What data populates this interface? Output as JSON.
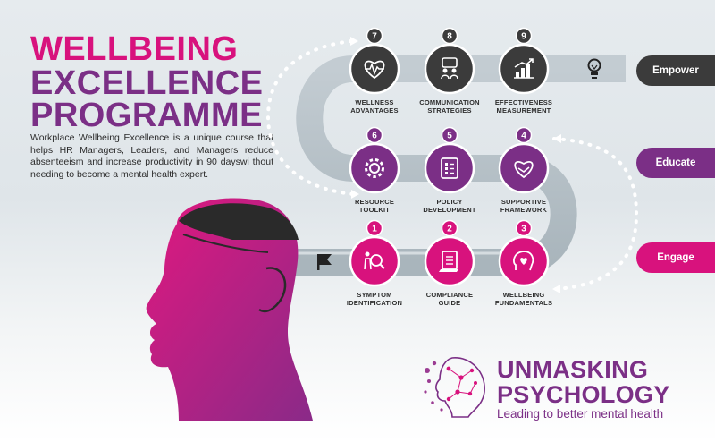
{
  "title": {
    "line1": "WELLBEING",
    "line2": "EXCELLENCE",
    "line3": "PROGRAMME"
  },
  "description": "Workplace Wellbeing Excellence is a unique course that helps HR Managers, Leaders, and Managers reduce absenteeism and increase productivity in 90 dayswi thout needing to become a mental health expert.",
  "steps": [
    {
      "number": "1",
      "label_line1": "SYMPTOM",
      "label_line2": "IDENTIFICATION",
      "icon": "magnifier-person-icon"
    },
    {
      "number": "2",
      "label_line1": "COMPLIANCE",
      "label_line2": "GUIDE",
      "icon": "document-icon"
    },
    {
      "number": "3",
      "label_line1": "WELLBEING",
      "label_line2": "FUNDAMENTALS",
      "icon": "head-heart-icon"
    },
    {
      "number": "4",
      "label_line1": "SUPPORTIVE",
      "label_line2": "FRAMEWORK",
      "icon": "handshake-heart-icon"
    },
    {
      "number": "5",
      "label_line1": "POLICY",
      "label_line2": "DEVELOPMENT",
      "icon": "checklist-icon"
    },
    {
      "number": "6",
      "label_line1": "RESOURCE",
      "label_line2": "TOOLKIT",
      "icon": "gear-icon"
    },
    {
      "number": "7",
      "label_line1": "WELLNESS",
      "label_line2": "ADVANTAGES",
      "icon": "heartbeat-icon"
    },
    {
      "number": "8",
      "label_line1": "COMMUNICATION",
      "label_line2": "STRATEGIES",
      "icon": "chat-people-icon"
    },
    {
      "number": "9",
      "label_line1": "EFFECTIVENESS",
      "label_line2": "MEASUREMENT",
      "icon": "growth-chart-icon"
    }
  ],
  "tabs": {
    "empower": "Empower",
    "educate": "Educate",
    "engage": "Engage"
  },
  "brand": {
    "line1": "UNMASKING",
    "line2": "PSYCHOLOGY",
    "tagline": "Leading to better mental health"
  },
  "colors": {
    "magenta": "#d8127d",
    "purple": "#7b2f86",
    "dark": "#3b3b3b",
    "road": "#b7c2c8"
  }
}
